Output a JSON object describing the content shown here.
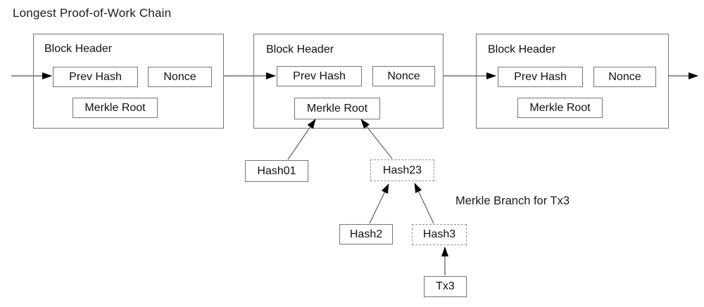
{
  "title": "Longest Proof-of-Work Chain",
  "blocks": [
    {
      "header": "Block Header",
      "prev_hash": "Prev Hash",
      "nonce": "Nonce",
      "merkle_root": "Merkle Root"
    },
    {
      "header": "Block Header",
      "prev_hash": "Prev Hash",
      "nonce": "Nonce",
      "merkle_root": "Merkle Root"
    },
    {
      "header": "Block Header",
      "prev_hash": "Prev Hash",
      "nonce": "Nonce",
      "merkle_root": "Merkle Root"
    }
  ],
  "merkle_tree": {
    "hash01": "Hash01",
    "hash23": "Hash23",
    "hash2": "Hash2",
    "hash3": "Hash3",
    "tx3": "Tx3",
    "branch_label": "Merkle Branch for Tx3",
    "dashed_nodes": [
      "Hash23",
      "Hash3"
    ],
    "edges": [
      {
        "from": "chain-input",
        "to": "block-1-prev-hash"
      },
      {
        "from": "block-1",
        "to": "block-2-prev-hash"
      },
      {
        "from": "block-2",
        "to": "block-3-prev-hash"
      },
      {
        "from": "block-3",
        "to": "chain-output"
      },
      {
        "from": "hash01",
        "to": "block-2-merkle-root"
      },
      {
        "from": "hash23",
        "to": "block-2-merkle-root"
      },
      {
        "from": "hash2",
        "to": "hash23"
      },
      {
        "from": "hash3",
        "to": "hash23"
      },
      {
        "from": "tx3",
        "to": "hash3"
      }
    ]
  },
  "colors": {
    "background": "#ffffff",
    "line": "#6f6f6f",
    "border": "#757575",
    "dashed_border": "#8f8f8f",
    "arrowhead": "#000000",
    "text": "#111111"
  }
}
